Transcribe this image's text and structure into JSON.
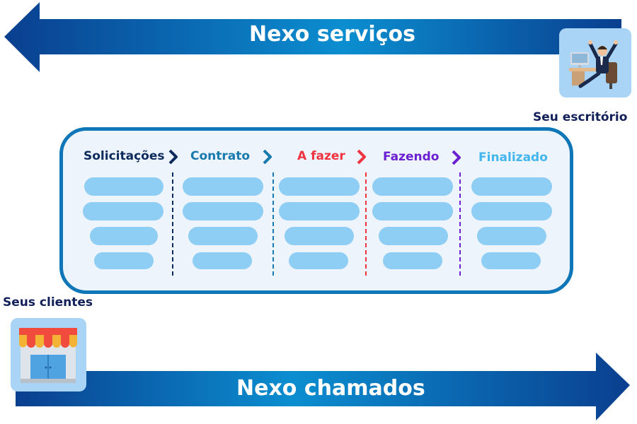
{
  "top_arrow": {
    "title": "Nexo serviços",
    "direction": "left",
    "color": "#0a3f8f"
  },
  "bottom_arrow": {
    "title": "Nexo chamados",
    "direction": "right",
    "color": "#0a3f8f"
  },
  "office": {
    "caption": "Seu escritório",
    "icon": "office-worker-icon"
  },
  "clients": {
    "caption": "Seus clientes",
    "icon": "storefront-icon"
  },
  "stages": [
    {
      "label": "Solicitações",
      "color": "#0d2a5c"
    },
    {
      "label": "Contrato",
      "color": "#1779ad"
    },
    {
      "label": "A fazer",
      "color": "#ef3340"
    },
    {
      "label": "Fazendo",
      "color": "#6a1fd1"
    },
    {
      "label": "Finalizado",
      "color": "#43b6ee"
    }
  ]
}
